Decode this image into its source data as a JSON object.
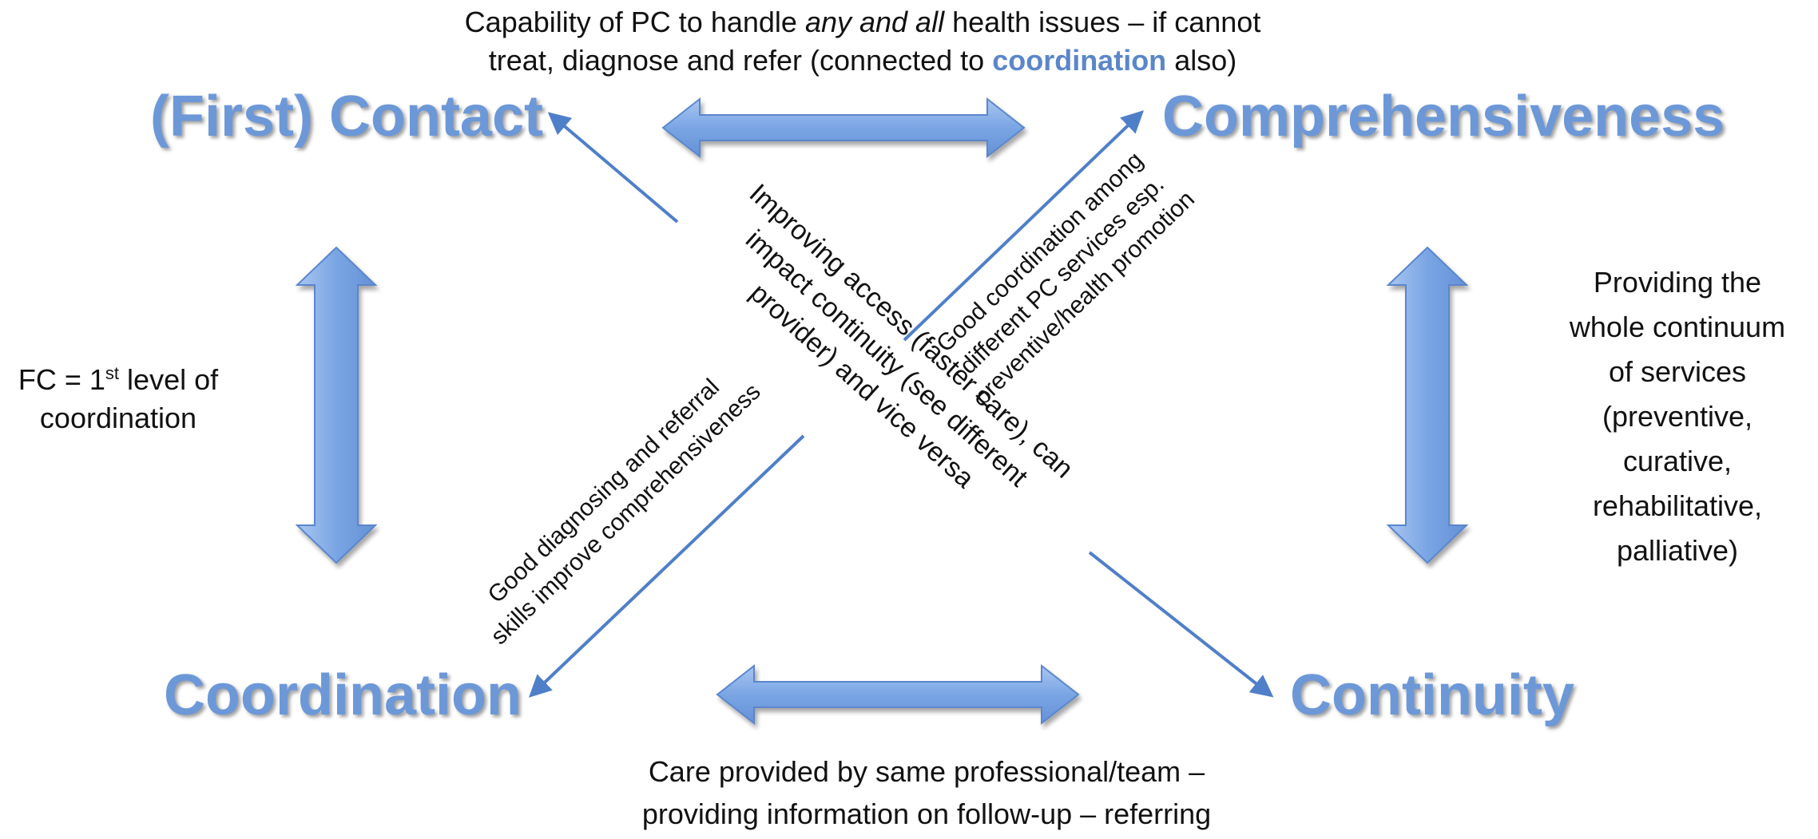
{
  "nodes": {
    "first_contact": "(First) Contact",
    "comprehensiveness": "Comprehensiveness",
    "coordination": "Coordination",
    "continuity": "Continuity"
  },
  "top_note": {
    "line1_pre": "Capability of PC to handle ",
    "line1_em": "any and all",
    "line1_post": " health issues – if cannot",
    "line2_pre": "treat, diagnose and refer (connected to ",
    "line2_hl": "coordination",
    "line2_post": " also)"
  },
  "left_note": {
    "line1_pre": "FC = 1",
    "line1_sup": "st",
    "line1_post": " level of",
    "line2": "coordination"
  },
  "right_note": {
    "lines": [
      "Providing the",
      "whole continuum",
      "of services",
      "(preventive,",
      "curative,",
      "rehabilitative,",
      "palliative)"
    ]
  },
  "bottom_note": {
    "line1": "Care provided by same professional/team –",
    "line2": "providing information on follow-up – referring"
  },
  "center_note": {
    "line1": "Improving access (faster care), can",
    "line2": "impact continuity (see different",
    "line3": "provider) and vice versa"
  },
  "upper_right_note": {
    "line1": "Good coordination among",
    "line2": "different PC services esp.",
    "line3": "preventive/health promotion"
  },
  "lower_left_note": {
    "line1": "Good diagnosing and referral",
    "line2": "skills improve comprehensiveness"
  },
  "colors": {
    "node_text": "#6c98d8",
    "arrow_fill": "#7aa5e4",
    "arrow_stroke": "#5a86cc",
    "connector": "#4f7fc8",
    "highlight": "#5b86c9"
  }
}
